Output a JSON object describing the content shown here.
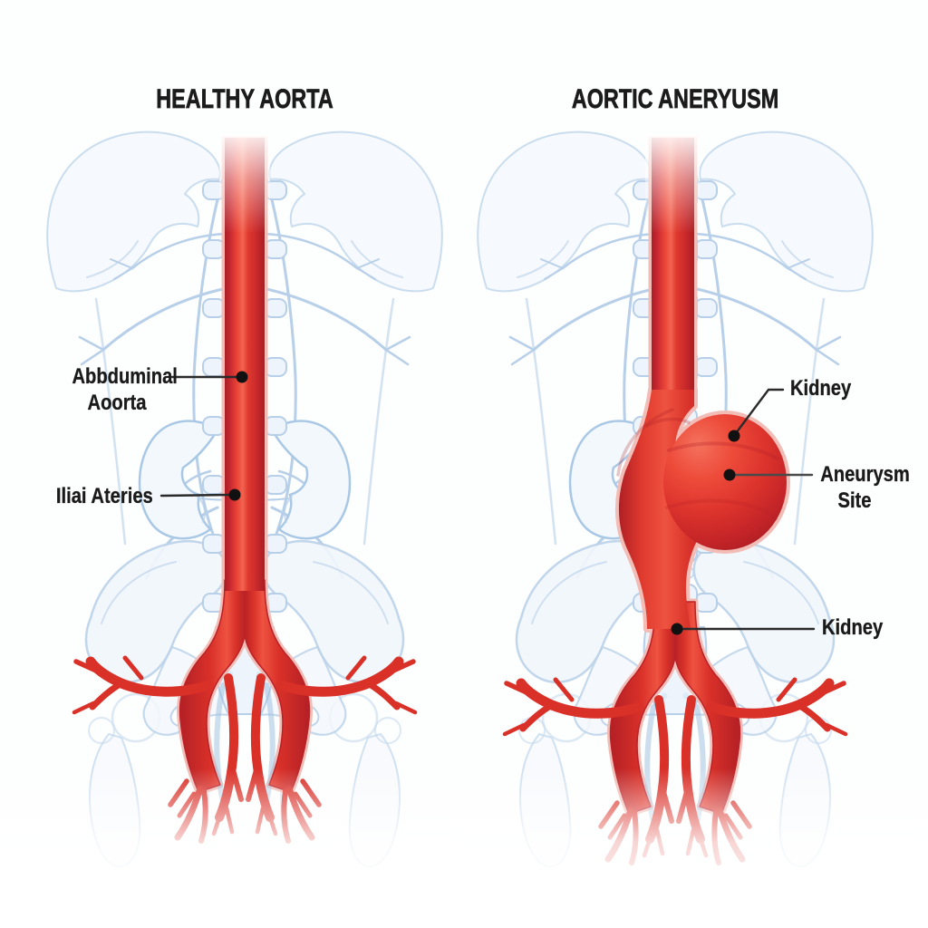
{
  "panels": [
    {
      "id": "healthy",
      "title": "HEALTHY AORTA",
      "labels": [
        {
          "id": "abdominal-aorta",
          "text_lines": [
            "Abbduminal",
            "Aoorta"
          ]
        },
        {
          "id": "iliac-arteries",
          "text_lines": [
            "Iliai Ateries"
          ]
        }
      ]
    },
    {
      "id": "aneurysm",
      "title": "AORTIC ANERYUSM",
      "labels": [
        {
          "id": "kidney-upper",
          "text_lines": [
            "Kidney"
          ]
        },
        {
          "id": "aneurysm-site",
          "text_lines": [
            "Aneurysm",
            "Site"
          ]
        },
        {
          "id": "kidney-lower",
          "text_lines": [
            "Kidney"
          ]
        }
      ]
    }
  ],
  "colors": {
    "artery_red": "#d93028",
    "artery_dark_edge": "#a81e24",
    "artery_highlight": "#f26451",
    "artery_rim_pink": "#f2bdb6",
    "sketch_blue": "#b7cfe8",
    "label_ink": "#1a1a1a",
    "background": "#fdfefe"
  }
}
